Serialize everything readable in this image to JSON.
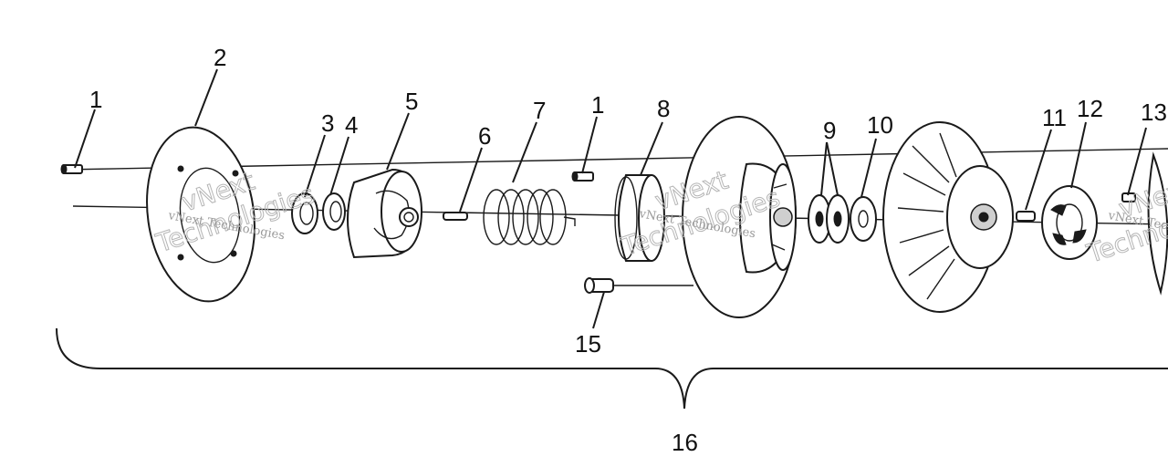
{
  "callouts": [
    {
      "id": "c1a",
      "text": "1"
    },
    {
      "id": "c2",
      "text": "2"
    },
    {
      "id": "c3",
      "text": "3"
    },
    {
      "id": "c4",
      "text": "4"
    },
    {
      "id": "c5",
      "text": "5"
    },
    {
      "id": "c6",
      "text": "6"
    },
    {
      "id": "c7",
      "text": "7"
    },
    {
      "id": "c1b",
      "text": "1"
    },
    {
      "id": "c8",
      "text": "8"
    },
    {
      "id": "c9",
      "text": "9"
    },
    {
      "id": "c10",
      "text": "10"
    },
    {
      "id": "c11",
      "text": "11"
    },
    {
      "id": "c12",
      "text": "12"
    },
    {
      "id": "c13",
      "text": "13"
    },
    {
      "id": "c15",
      "text": "15"
    },
    {
      "id": "c16",
      "text": "16"
    }
  ],
  "watermark": {
    "line1": "vNext",
    "line2": "Technologies",
    "full": "vNext Technologies"
  }
}
